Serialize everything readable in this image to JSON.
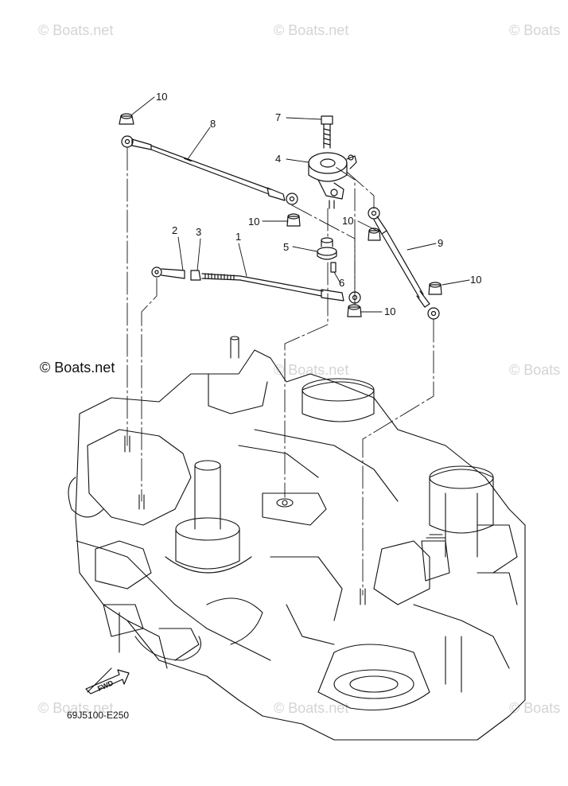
{
  "watermarks": [
    "© Boats.net",
    "© Boats.net",
    "© Boats",
    "© Boats.net",
    "© Boats",
    "© Boats.net",
    "© Boats.net",
    "© Boats"
  ],
  "copyright": "© Boats.net",
  "diagram_code": "69J5100-E250",
  "fwd_label": "FWD",
  "callouts": {
    "part_1": "1",
    "part_2": "2",
    "part_3": "3",
    "part_4": "4",
    "part_5": "5",
    "part_6": "6",
    "part_7": "7",
    "part_8": "8",
    "part_9": "9",
    "part_10_a": "10",
    "part_10_b": "10",
    "part_10_c": "10",
    "part_10_d": "10",
    "part_10_e": "10"
  }
}
